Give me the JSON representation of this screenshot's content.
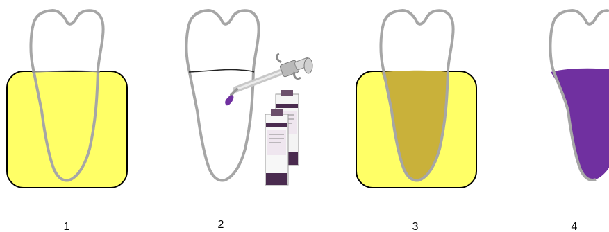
{
  "steps": [
    {
      "number": "1"
    },
    {
      "number": "2"
    },
    {
      "number": "3"
    },
    {
      "number": "4"
    }
  ],
  "colors": {
    "outline": "#a6a6a6",
    "yellow": "#ffff66",
    "root_fill_tan": "#c9b13a",
    "purple": "#7030a0",
    "tube_purple": "#4a2b4f",
    "metal": "#c8c8c8"
  }
}
